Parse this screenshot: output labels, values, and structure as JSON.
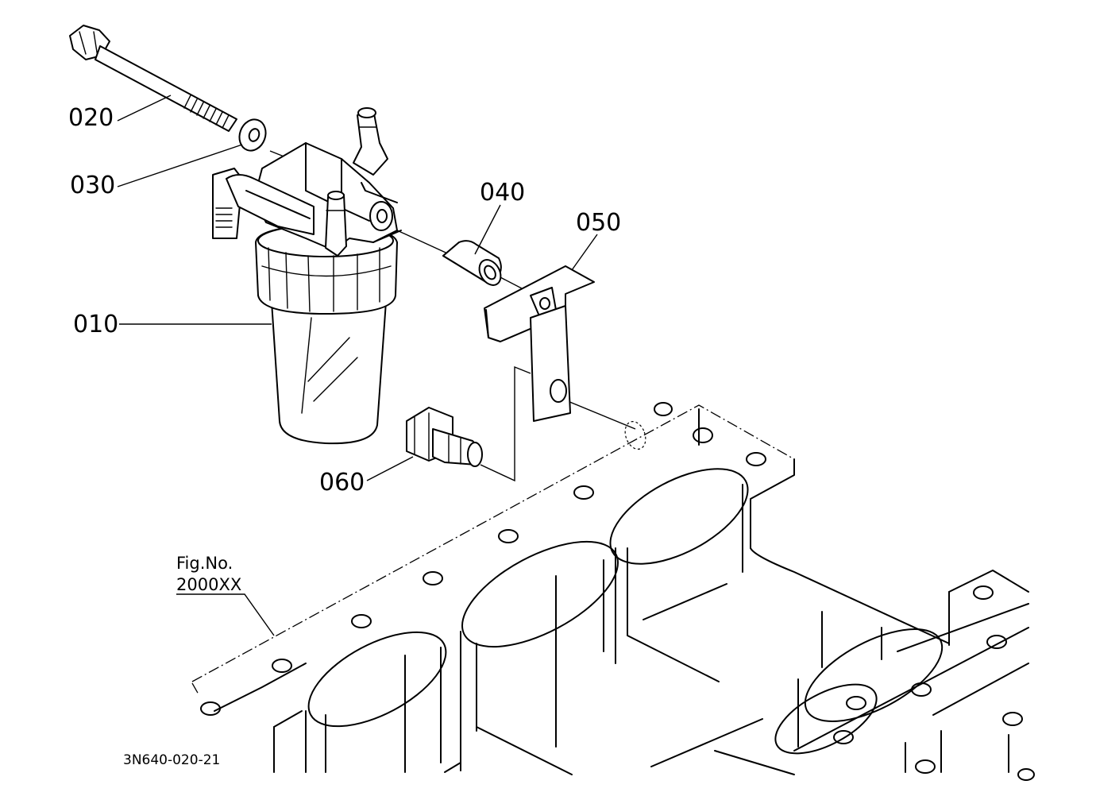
{
  "callouts": [
    {
      "id": "020",
      "label": "020"
    },
    {
      "id": "030",
      "label": "030"
    },
    {
      "id": "010",
      "label": "010"
    },
    {
      "id": "040",
      "label": "040"
    },
    {
      "id": "050",
      "label": "050"
    },
    {
      "id": "060",
      "label": "060"
    }
  ],
  "figure_ref": {
    "line1": "Fig.No.",
    "line2": "2000XX"
  },
  "drawing_code": "3N640-020-21"
}
